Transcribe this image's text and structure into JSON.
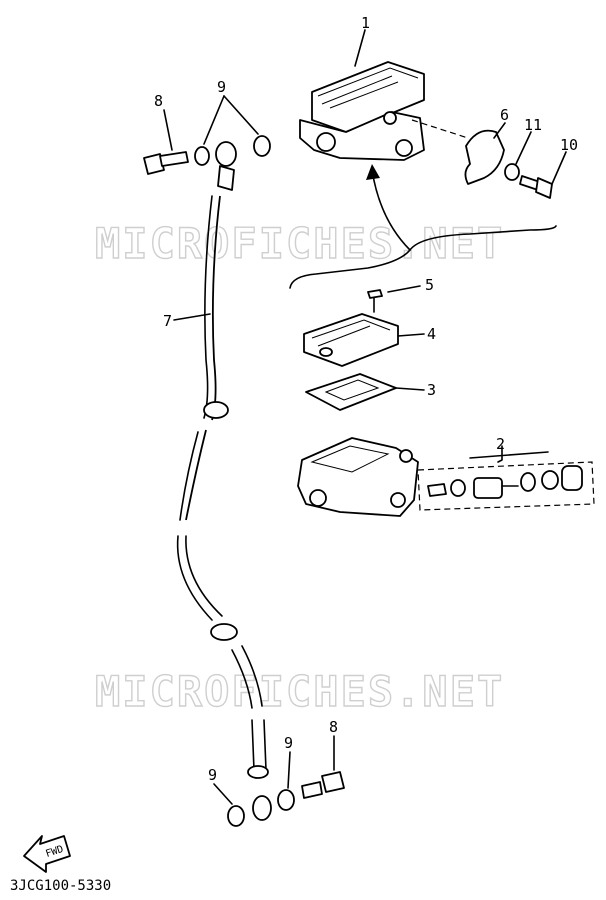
{
  "watermark": "MICROFICHES.NET",
  "diagram_code": "3JCG100-5330",
  "direction_label": "FWD",
  "part_labels": {
    "p1": "1",
    "p2": "2",
    "p3": "3",
    "p4": "4",
    "p5": "5",
    "p6": "6",
    "p7": "7",
    "p8_top": "8",
    "p8_bottom": "8",
    "p9_top": "9",
    "p9_bottom_left": "9",
    "p9_bottom_right": "9",
    "p10": "10",
    "p11": "11"
  }
}
